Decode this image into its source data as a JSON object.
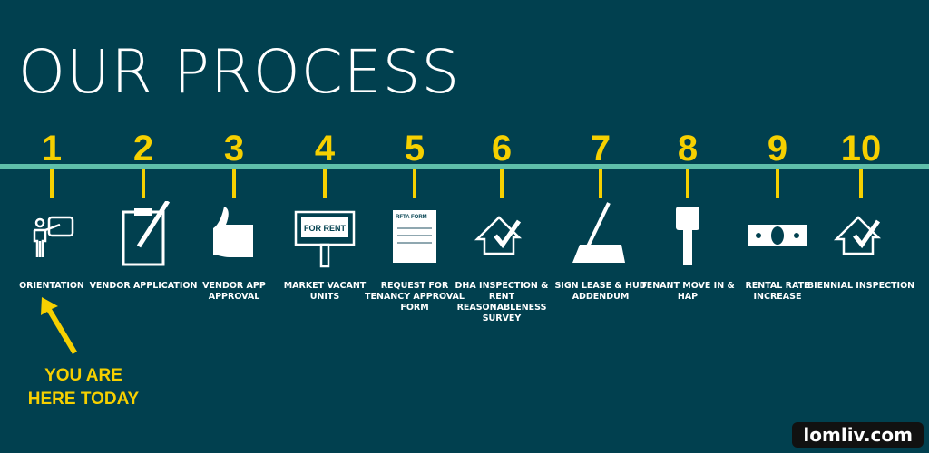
{
  "title": "OUR PROCESS",
  "colors": {
    "background": "#01404f",
    "timeline": "#5fbfaa",
    "accent": "#f6d000",
    "text": "#ffffff"
  },
  "steps": [
    {
      "number": "1",
      "label": "ORIENTATION",
      "icon": "presenter-icon"
    },
    {
      "number": "2",
      "label": "VENDOR APPLICATION",
      "icon": "clipboard-pen-icon"
    },
    {
      "number": "3",
      "label": "VENDOR APP APPROVAL",
      "icon": "thumbs-up-icon"
    },
    {
      "number": "4",
      "label": "MARKET VACANT UNITS",
      "icon": "for-rent-sign-icon",
      "sign_text": "FOR RENT"
    },
    {
      "number": "5",
      "label": "REQUEST FOR TENANCY APPROVAL FORM",
      "icon": "form-icon",
      "form_text": "RFTA FORM"
    },
    {
      "number": "6",
      "label": "DHA INSPECTION & RENT REASONABLENESS SURVEY",
      "icon": "house-check-icon"
    },
    {
      "number": "7",
      "label": "SIGN LEASE & HUD ADDENDUM",
      "icon": "pen-paper-icon"
    },
    {
      "number": "8",
      "label": "TENANT MOVE IN & HAP",
      "icon": "key-icon"
    },
    {
      "number": "9",
      "label": "RENTAL RATE INCREASE",
      "icon": "money-icon"
    },
    {
      "number": "10",
      "label": "BIENNIAL INSPECTION",
      "icon": "house-check-icon"
    }
  ],
  "you_are_here": "YOU ARE HERE TODAY",
  "watermark": "lomliv.com"
}
